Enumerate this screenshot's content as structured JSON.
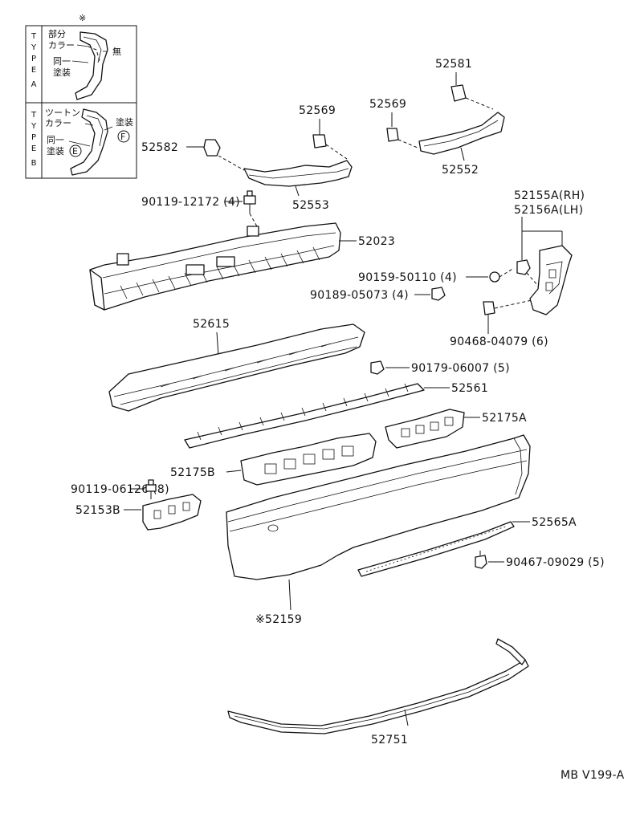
{
  "inset": {
    "asterisk": "※",
    "type_a": {
      "vertical": "TYPE A",
      "text1": "部分",
      "text2": "カラー",
      "text3": "無",
      "text4": "同一",
      "text5": "塗装"
    },
    "type_b": {
      "vertical": "TYPE B",
      "text1": "ツートン",
      "text2": "カラー",
      "text3": "塗装",
      "text4": "同一",
      "text5": "塗装",
      "symbol_f": "F",
      "symbol_e": "E"
    }
  },
  "labels": {
    "p52569_left": "52569",
    "p52581": "52581",
    "p52569_right": "52569",
    "p52582": "52582",
    "p52552": "52552",
    "p52553": "52553",
    "p90119_12172": "90119-12172 (4)",
    "p52155a": "52155A(RH)",
    "p52156a": "52156A(LH)",
    "p52023": "52023",
    "p90159_50110": "90159-50110 (4)",
    "p90189_05073": "90189-05073 (4)",
    "p90468_04079": "90468-04079 (6)",
    "p52615": "52615",
    "p90179_06007": "90179-06007 (5)",
    "p52561": "52561",
    "p52175a": "52175A",
    "p52175b": "52175B",
    "p90119_06126": "90119-06126 (8)",
    "p52153b": "52153B",
    "p52565a": "52565A",
    "p90467_09029": "90467-09029 (5)",
    "p52159": "※52159",
    "p52751": "52751",
    "figure_code": "MB V199-A"
  }
}
